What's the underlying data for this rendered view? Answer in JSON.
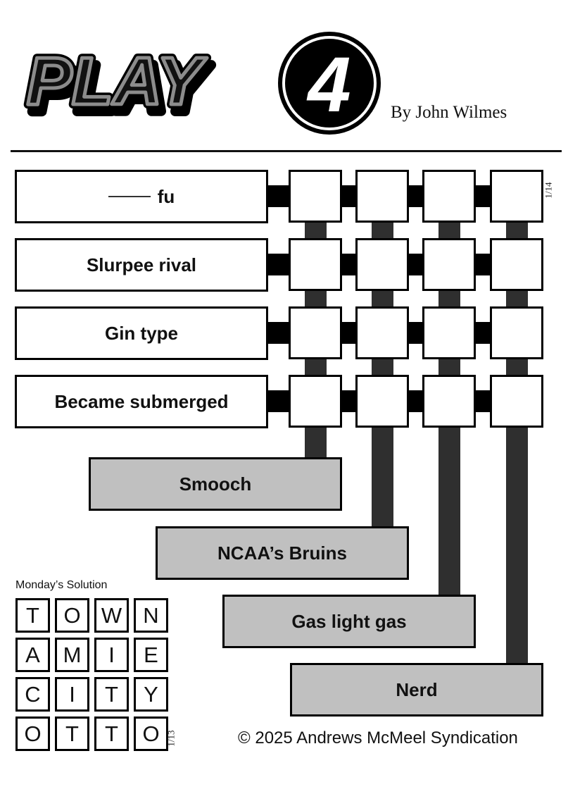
{
  "header": {
    "logo_text": "PLAY",
    "logo_digit": "4",
    "byline": "By John Wilmes"
  },
  "puzzle": {
    "date": "1/14",
    "across_clues": [
      {
        "label": "fu",
        "has_blank": true
      },
      {
        "label": "Slurpee rival",
        "has_blank": false
      },
      {
        "label": "Gin type",
        "has_blank": false
      },
      {
        "label": "Became submerged",
        "has_blank": false
      }
    ],
    "down_clues": [
      {
        "label": "Smooch"
      },
      {
        "label": "NCAA’s Bruins"
      },
      {
        "label": "Gas light gas"
      },
      {
        "label": "Nerd"
      }
    ],
    "grid": [
      [
        "",
        "",
        "",
        ""
      ],
      [
        "",
        "",
        "",
        ""
      ],
      [
        "",
        "",
        "",
        ""
      ],
      [
        "",
        "",
        "",
        ""
      ]
    ]
  },
  "solution": {
    "title": "Monday’s Solution",
    "date": "1/13",
    "grid": [
      [
        "T",
        "O",
        "W",
        "N"
      ],
      [
        "A",
        "M",
        "I",
        "E"
      ],
      [
        "C",
        "I",
        "T",
        "Y"
      ],
      [
        "O",
        "T",
        "T",
        "O"
      ]
    ]
  },
  "footer": {
    "copyright": "© 2025 Andrews McMeel Syndication"
  },
  "colors": {
    "connector_horizontal": "#000000",
    "connector_vertical": "#2f2f2f",
    "down_clue_fill": "#c0c0c0"
  }
}
